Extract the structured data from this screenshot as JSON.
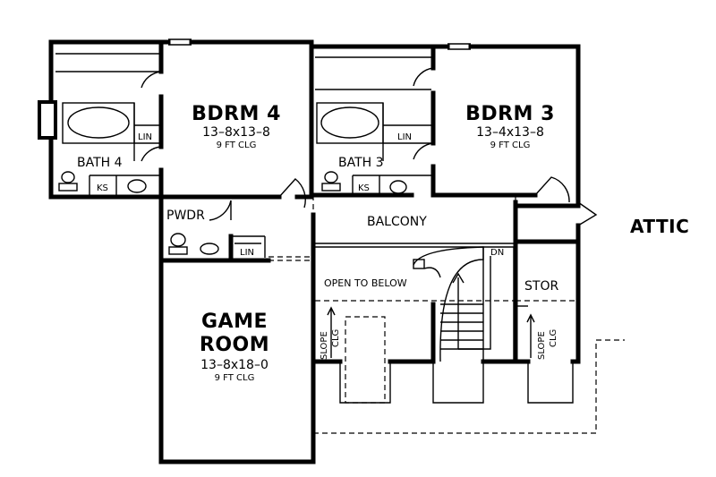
{
  "rooms": {
    "bdrm4": {
      "name": "BDRM 4",
      "size": "13–8x13–8",
      "ceiling": "9 FT CLG"
    },
    "bdrm3": {
      "name": "BDRM 3",
      "size": "13–4x13–8",
      "ceiling": "9 FT CLG"
    },
    "bath4": {
      "name": "BATH 4"
    },
    "bath3": {
      "name": "BATH 3"
    },
    "pwdr": {
      "name": "PWDR"
    },
    "balcony": {
      "name": "BALCONY"
    },
    "attic": {
      "name": "ATTIC"
    },
    "stor": {
      "name": "STOR"
    },
    "game_room": {
      "name_line1": "GAME",
      "name_line2": "ROOM",
      "size": "13–8x18–0",
      "ceiling": "9 FT CLG"
    }
  },
  "fixtures": {
    "lin": "LIN",
    "ks": "KS",
    "dn": "DN",
    "open_to_below": "OPEN TO BELOW",
    "slope_clg_1": "SLOPE",
    "slope_clg_2": "CLG"
  }
}
